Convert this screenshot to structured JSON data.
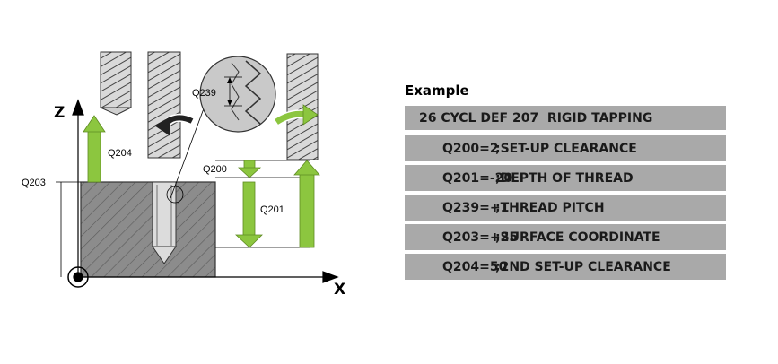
{
  "diagram": {
    "axes": {
      "z_label": "Z",
      "x_label": "X"
    },
    "labels": {
      "q239": "Q239",
      "q204": "Q204",
      "q200": "Q200",
      "q203": "Q203",
      "q201": "Q201"
    },
    "colors": {
      "arrow_green": "#8cc63f",
      "workpiece_gray": "#8c8c8c",
      "tool_gray": "#cfcfcf"
    }
  },
  "example": {
    "title": "Example",
    "rows": [
      {
        "code": "26 CYCL DEF 207  RIGID TAPPING",
        "comment": ""
      },
      {
        "code": "Q200=2",
        "comment": ";SET-UP CLEARANCE"
      },
      {
        "code": "Q201=-20",
        "comment": ";DEPTH OF THREAD"
      },
      {
        "code": "Q239=+1",
        "comment": ";THREAD PITCH"
      },
      {
        "code": "Q203=+25",
        "comment": ";SURFACE COORDINATE"
      },
      {
        "code": "Q204=50",
        "comment": ";2ND SET-UP CLEARANCE"
      }
    ]
  }
}
